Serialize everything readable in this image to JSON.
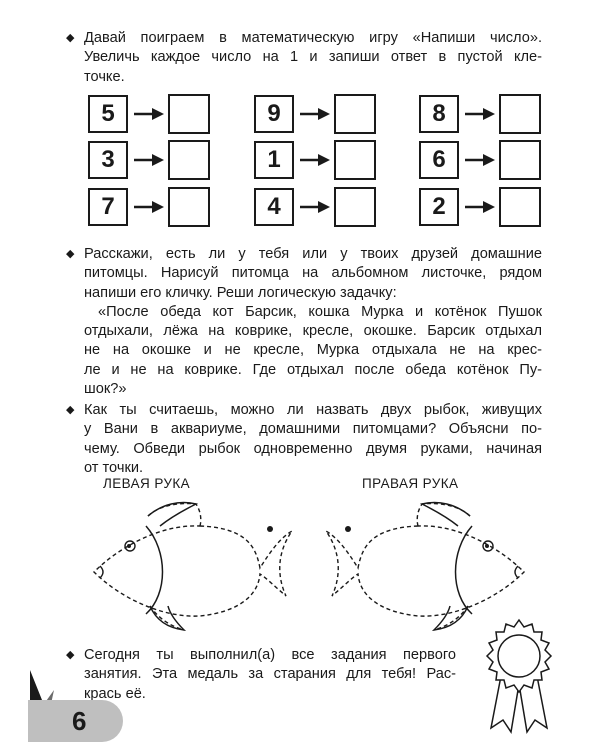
{
  "bullet_glyph": "◆",
  "task1": {
    "lines": [
      "Давай поиграем в математическую игру «Напиши число».",
      "Увеличь каждое число на 1 и запиши ответ в пустой кле-",
      "точке."
    ],
    "columns": [
      [
        "5",
        "3",
        "7"
      ],
      [
        "9",
        "1",
        "4"
      ],
      [
        "8",
        "6",
        "2"
      ]
    ]
  },
  "task2": {
    "lines": [
      "Расскажи, есть ли у тебя или у твоих друзей домашние",
      "питомцы. Нарисуй питомца на альбомном листочке, рядом",
      "напиши его кличку. Реши логическую задачку:"
    ],
    "quote_lines": [
      "«После обеда кот Барсик, кошка Мурка и котёнок Пушок",
      "отдыхали, лёжа на коврике, кресле, окошке. Барсик отдыхал",
      "не на окошке и не кресле, Мурка отдыхала не на крес-",
      "ле и не на коврике. Где отдыхал после обеда котёнок Пу-",
      "шок?»"
    ]
  },
  "task3": {
    "lines": [
      "Как ты считаешь, можно ли назвать двух рыбок, живущих",
      "у Вани в аквариуме, домашними питомцами? Объясни по-",
      "чему. Обведи рыбок одновременно двумя руками, начиная",
      "от точки."
    ],
    "left_label": "ЛЕВАЯ РУКА",
    "right_label": "ПРАВАЯ РУКА"
  },
  "task4": {
    "lines": [
      "Сегодня ты выполнил(а) все задания первого",
      "занятия. Эта медаль за старания для тебя! Рас-",
      "крась её."
    ]
  },
  "page_number": "6"
}
